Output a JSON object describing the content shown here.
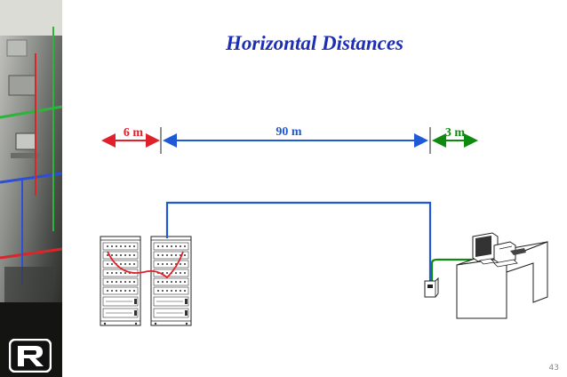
{
  "slide": {
    "title": "Horizontal Distances",
    "page_number": "43"
  },
  "dimensions": [
    {
      "label": "6 m",
      "color": "#e0202a"
    },
    {
      "label": "90 m",
      "color": "#1f5ad6"
    },
    {
      "label": "3 m",
      "color": "#0f8a10"
    }
  ],
  "colors": {
    "title": "#1f2fb4",
    "patch_cord": "#e0202a",
    "horizontal_cable": "#1f5ad6",
    "work_area_cord": "#0f8a10"
  },
  "icons": [
    "equipment-rack-icon",
    "wall-outlet-icon",
    "computer-workstation-icon",
    "logo-icon"
  ]
}
